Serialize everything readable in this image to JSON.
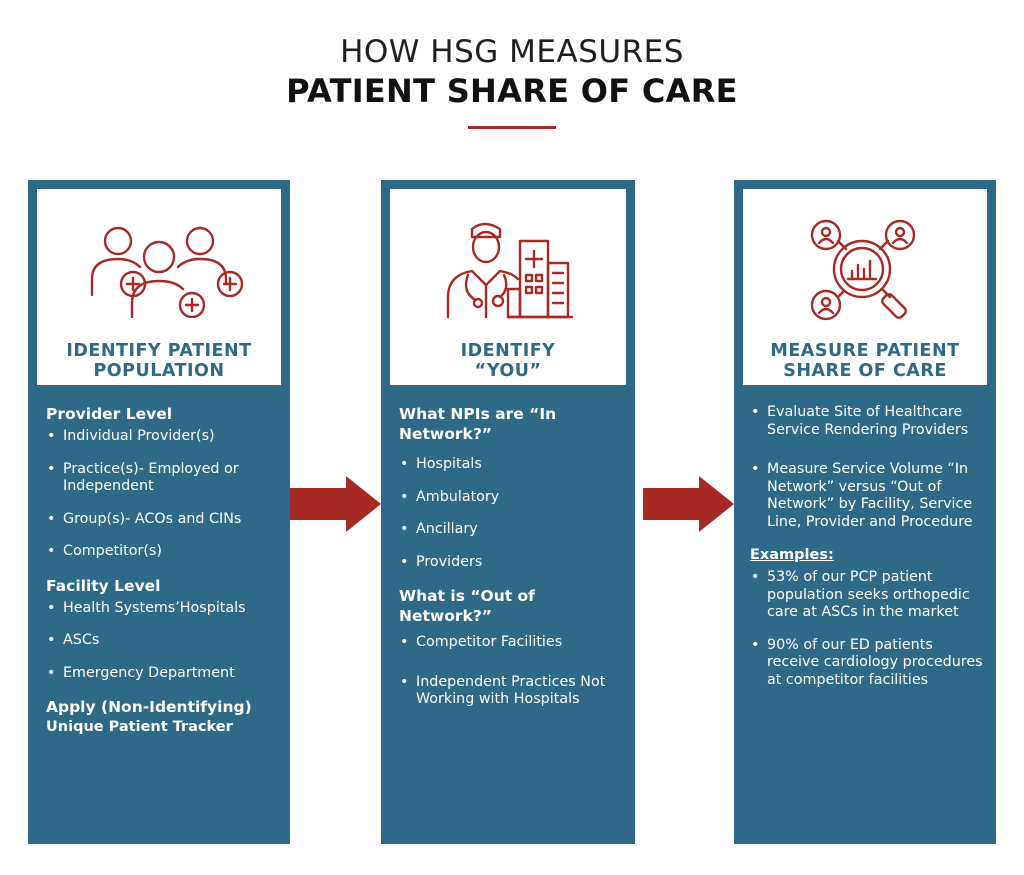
{
  "title": {
    "line1": "HOW HSG MEASURES",
    "line2": "PATIENT SHARE OF CARE"
  },
  "colors": {
    "panel": "#2e6a88",
    "accent": "#a72a25",
    "card": "#ffffff"
  },
  "columns": [
    {
      "icon": "patient-group-icon",
      "title_line1": "IDENTIFY PATIENT",
      "title_line2": "POPULATION",
      "provider_header": "Provider Level",
      "provider_items": [
        "Individual Provider(s)",
        "Practice(s)- Employed or Independent",
        "Group(s)- ACOs and CINs",
        "Competitor(s)"
      ],
      "facility_header": "Facility Level",
      "facility_items": [
        "Health Systems’Hospitals",
        "ASCs",
        "Emergency Department"
      ],
      "footer_line1": "Apply (Non-Identifying)",
      "footer_line2": "Unique Patient Tracker"
    },
    {
      "icon": "doctor-hospital-icon",
      "title_line1": "IDENTIFY",
      "title_line2": "“YOU”",
      "in_header": "What NPIs are “In Network?”",
      "in_items": [
        "Hospitals",
        "Ambulatory",
        "Ancillary",
        "Providers"
      ],
      "out_header": "What is “Out of Network?”",
      "out_items": [
        "Competitor Facilities",
        "Independent Practices Not Working with Hospitals"
      ]
    },
    {
      "icon": "analytics-magnifier-icon",
      "title_line1": "MEASURE PATIENT",
      "title_line2": "SHARE OF CARE",
      "items": [
        "Evaluate Site of Healthcare Service Rendering Providers",
        "Measure Service Volume “In Network” versus “Out of Network” by Facility, Service Line, Provider and Procedure"
      ],
      "examples_header": "Examples:",
      "examples": [
        "53% of our PCP patient population seeks orthopedic care at ASCs in the market",
        "90% of our ED patients receive cardiology procedures at competitor facilities"
      ]
    }
  ]
}
